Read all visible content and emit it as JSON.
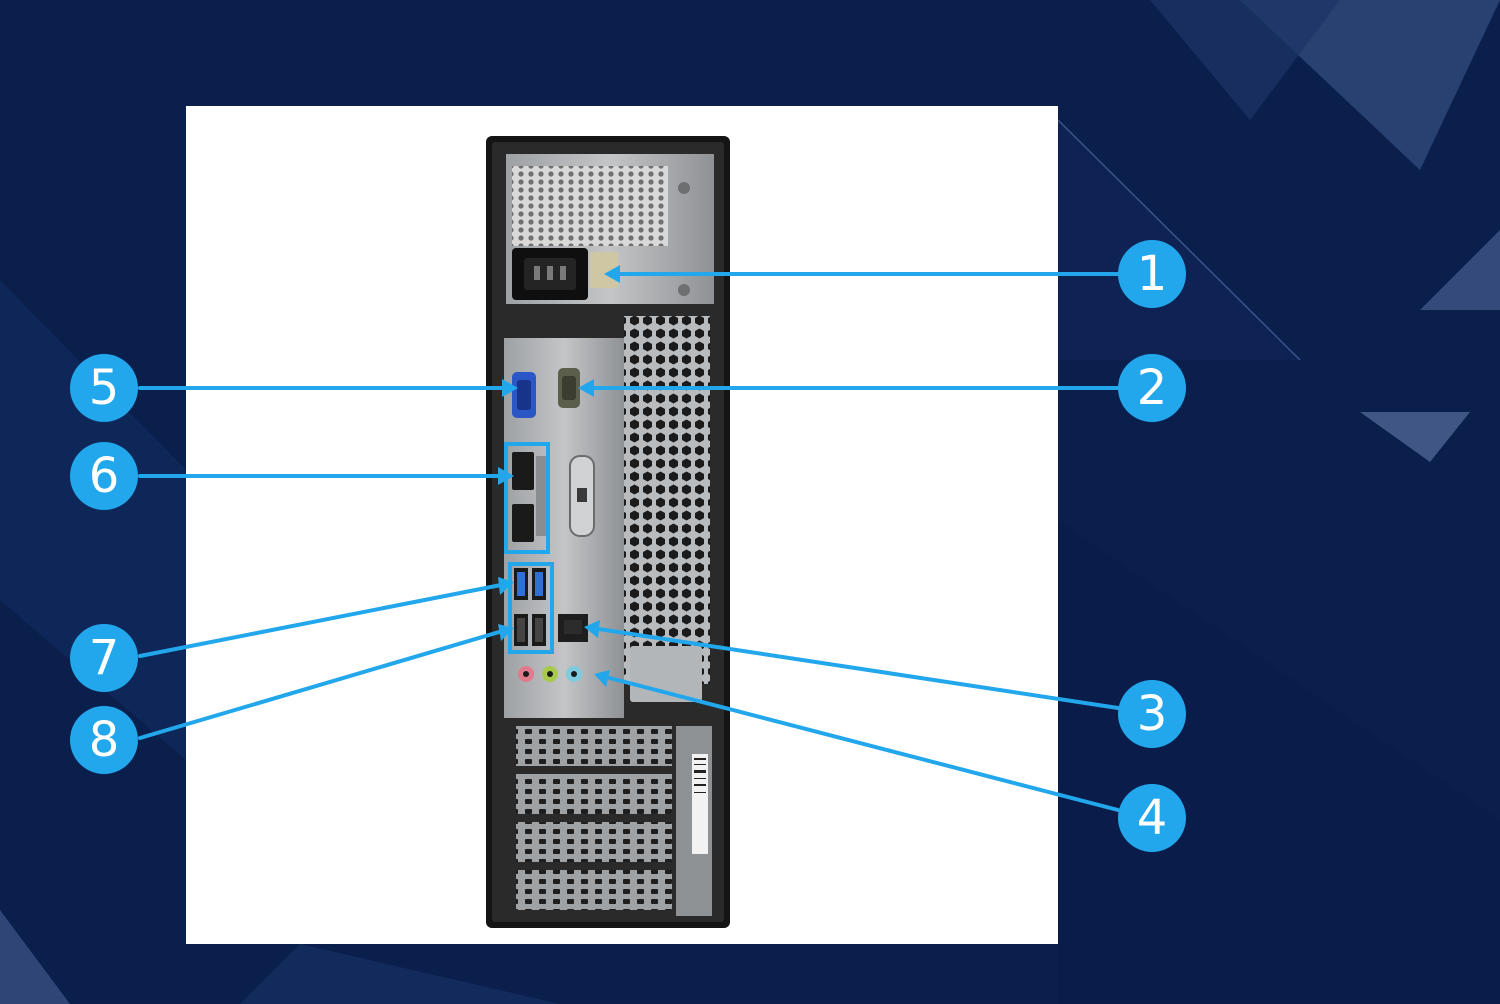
{
  "colors": {
    "background": "#0b1f4d",
    "panel": "#ffffff",
    "accent": "#22a7ec",
    "chassis": "#1a1a1a",
    "metal": "#a9acaf"
  },
  "callouts": [
    {
      "id": "1",
      "label": "1",
      "target": "power-inlet"
    },
    {
      "id": "2",
      "label": "2",
      "target": "serial-port"
    },
    {
      "id": "3",
      "label": "3",
      "target": "ethernet-port"
    },
    {
      "id": "4",
      "label": "4",
      "target": "audio-jacks"
    },
    {
      "id": "5",
      "label": "5",
      "target": "vga-port"
    },
    {
      "id": "6",
      "label": "6",
      "target": "displayport-pair"
    },
    {
      "id": "7",
      "label": "7",
      "target": "usb3-ports"
    },
    {
      "id": "8",
      "label": "8",
      "target": "usb2-ports"
    }
  ]
}
